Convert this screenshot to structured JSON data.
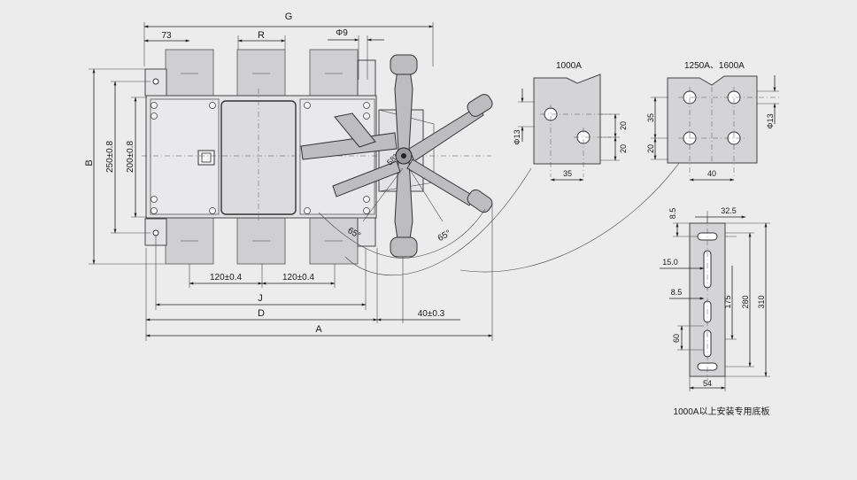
{
  "labels": {
    "G": "G",
    "w73": "73",
    "R": "R",
    "phi9": "Φ9",
    "B": "B",
    "d250": "250±0.8",
    "d200": "200±0.8",
    "d120a": "120±0.4",
    "d120b": "120±0.4",
    "J": "J",
    "D": "D",
    "A": "A",
    "d40": "40±0.3",
    "ang1": "65°",
    "ang2": "65°",
    "ang3": "58°"
  },
  "detail_1000": {
    "title": "1000A",
    "phi13": "Φ13",
    "d20a": "20",
    "d20b": "20",
    "d35": "35"
  },
  "detail_1250": {
    "title": "1250A、1600A",
    "d35": "35",
    "d20": "20",
    "phi13": "Φ13",
    "d40": "40"
  },
  "plate": {
    "d8_5a": "8.5",
    "d32_5": "32.5",
    "d15": "15.0",
    "d8_5b": "8.5",
    "d175": "175",
    "d280": "280",
    "d310": "310",
    "d60": "60",
    "d54": "54",
    "caption": "1000A以上安装专用底板"
  }
}
